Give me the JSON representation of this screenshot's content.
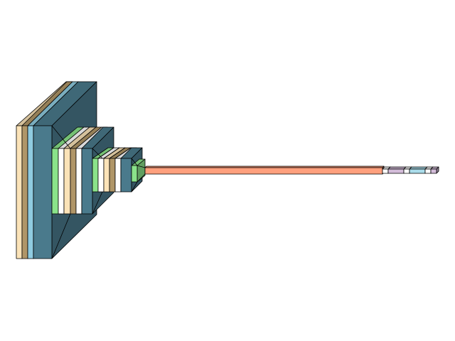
{
  "diagram": {
    "kind": "layered-neural-network-visualization",
    "layer_colors": {
      "input": "#fbe3b8",
      "conv_tan": "#b09668",
      "conv_blue": "#8fcbe0",
      "pool": "#4a7a8c",
      "batchnorm": "#8ae38a",
      "dropout": "#ffffff",
      "flatten": "#ffa07e",
      "dense": "#d3bcd9",
      "dense_blue": "#aadcea"
    },
    "layers": [
      {
        "id": "input-layer",
        "type": "input",
        "color_key": "input"
      },
      {
        "id": "conv-layer-1",
        "type": "conv",
        "color_key": "conv_tan"
      },
      {
        "id": "conv-layer-2",
        "type": "conv",
        "color_key": "conv_blue"
      },
      {
        "id": "pool-layer-1",
        "type": "pool",
        "color_key": "pool"
      },
      {
        "id": "batchnorm-layer-1",
        "type": "batchnorm",
        "color_key": "batchnorm"
      },
      {
        "id": "dropout-layer-1",
        "type": "dropout",
        "color_key": "dropout"
      },
      {
        "id": "conv-layer-3",
        "type": "conv",
        "color_key": "input"
      },
      {
        "id": "conv-layer-4",
        "type": "conv",
        "color_key": "conv_tan"
      },
      {
        "id": "dropout-layer-2",
        "type": "dropout",
        "color_key": "dropout"
      },
      {
        "id": "pool-layer-2",
        "type": "pool",
        "color_key": "pool"
      },
      {
        "id": "batchnorm-layer-2",
        "type": "batchnorm",
        "color_key": "batchnorm"
      },
      {
        "id": "dropout-layer-3",
        "type": "dropout",
        "color_key": "dropout"
      },
      {
        "id": "conv-layer-5",
        "type": "conv",
        "color_key": "input"
      },
      {
        "id": "conv-layer-6",
        "type": "conv",
        "color_key": "conv_tan"
      },
      {
        "id": "dropout-layer-4",
        "type": "dropout",
        "color_key": "dropout"
      },
      {
        "id": "pool-layer-3",
        "type": "pool",
        "color_key": "pool"
      },
      {
        "id": "batchnorm-layer-3",
        "type": "batchnorm",
        "color_key": "batchnorm"
      },
      {
        "id": "flatten-layer",
        "type": "flatten",
        "color_key": "flatten"
      },
      {
        "id": "dropout-layer-5",
        "type": "dropout",
        "color_key": "dropout"
      },
      {
        "id": "dense-layer-1",
        "type": "dense",
        "color_key": "dense"
      },
      {
        "id": "dropout-layer-6",
        "type": "dropout",
        "color_key": "dropout"
      },
      {
        "id": "dense-layer-2",
        "type": "dense",
        "color_key": "dense_blue"
      },
      {
        "id": "dropout-layer-7",
        "type": "dropout",
        "color_key": "dropout"
      },
      {
        "id": "dense-layer-3",
        "type": "dense",
        "color_key": "dense"
      }
    ]
  }
}
